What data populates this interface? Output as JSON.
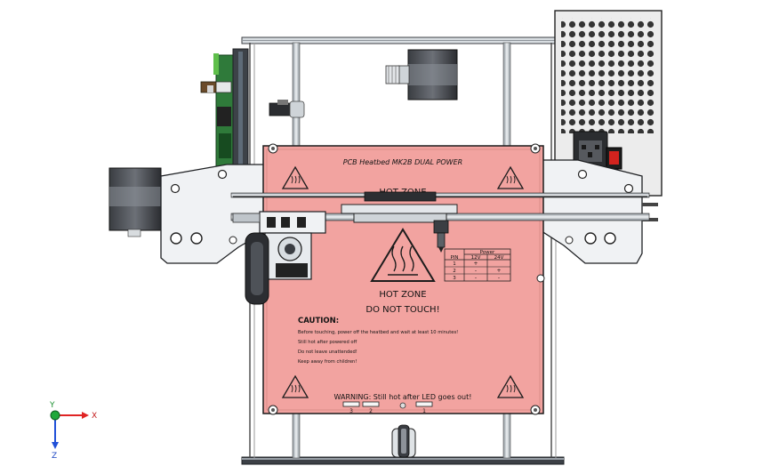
{
  "colors": {
    "background": "#ffffff",
    "bed_fill": "#f2a3a0",
    "bed_edge": "#7a3232",
    "frame_steel": "#c9cfd4",
    "frame_dark": "#4b5057",
    "psu_grey": "#e6e6e6",
    "controller_green": "#2f7a3a",
    "switch_red": "#d2231e",
    "axis_x": "#e02424",
    "axis_y": "#1fa83a",
    "axis_z": "#2050d8"
  },
  "heatbed": {
    "title": "PCB Heatbed MK2B DUAL POWER",
    "hot_zone_top": "HOT ZONE",
    "hot_zone_main": "HOT ZONE",
    "do_not_touch": "DO NOT TOUCH!",
    "caution_heading": "CAUTION:",
    "caution_lines": [
      "Before touching, power off the heatbed and wait at least 10 minutes!",
      "Still hot after powered off",
      "Do not leave unattended!",
      "Keep away from children!"
    ],
    "warning": "WARNING: Still hot after LED goes out!",
    "power_table": {
      "header": "Power",
      "pin_label": "PIN",
      "columns": [
        "12V",
        "24V"
      ],
      "rows": [
        {
          "pin": "1",
          "v12": "+",
          "v24": ""
        },
        {
          "pin": "2",
          "v12": "-",
          "v24": "+"
        },
        {
          "pin": "3",
          "v12": "-",
          "v24": "-"
        }
      ]
    },
    "connector_labels": [
      "3",
      "2",
      "1"
    ]
  },
  "axes": {
    "x": "X",
    "y": "Y",
    "z": "Z"
  }
}
